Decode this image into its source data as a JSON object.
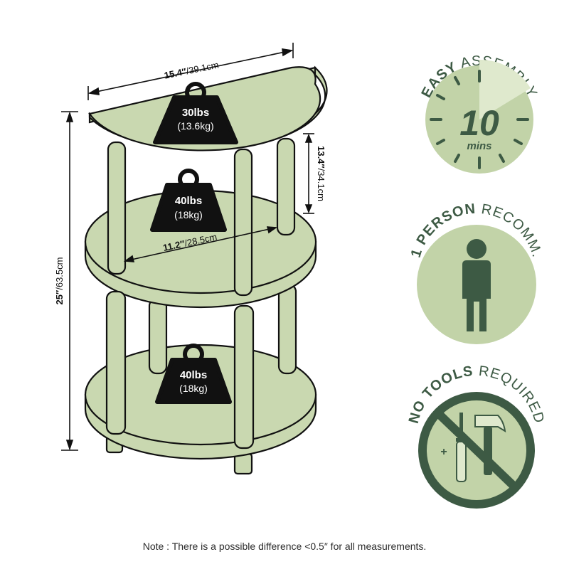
{
  "dimensions": {
    "width": {
      "imperial": "15.4″",
      "metric": "39.1cm"
    },
    "shelf_gap": {
      "imperial": "13.4″",
      "metric": "34.1cm"
    },
    "depth": {
      "imperial": "11.2″",
      "metric": "28.5cm"
    },
    "height": {
      "imperial": "25″",
      "metric": "63.5cm"
    }
  },
  "weights": [
    {
      "lbs": "30lbs",
      "kg": "(13.6kg)"
    },
    {
      "lbs": "40lbs",
      "kg": "(18kg)"
    },
    {
      "lbs": "40lbs",
      "kg": "(18kg)"
    }
  ],
  "badges": {
    "assembly": {
      "bold": "EASY",
      "rest": " ASSEMBLY",
      "number": "10",
      "unit": "mins"
    },
    "person": {
      "bold": "1 PERSON",
      "rest": " RECOMM."
    },
    "tools": {
      "bold": "NO TOOLS",
      "rest": " REQUIRED"
    }
  },
  "note": "Note : There is a possible difference <0.5″ for all measurements.",
  "colors": {
    "shelf_fill": "#c9d8b0",
    "outline": "#111111",
    "badge_light": "#c2d3a8",
    "badge_dark": "#3d5a44",
    "badge_pale": "#dfe9cd",
    "weight_dark": "#111111"
  }
}
